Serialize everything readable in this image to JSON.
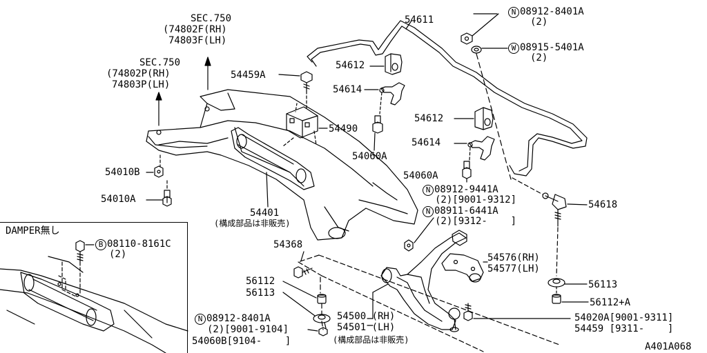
{
  "labels": {
    "sec_top": "SEC.750",
    "sec_top_rh": "(74802F(RH)",
    "sec_top_lh": "74803F(LH)",
    "sec_mid": "SEC.750",
    "sec_mid_rh": "(74802P(RH)",
    "sec_mid_lh": "74803P(LH)",
    "p54611": "54611",
    "n_08912_8401A_top": "08912-8401A",
    "n_08912_8401A_top_qty": "(2)",
    "w_08915_5401A": "08915-5401A",
    "w_08915_5401A_qty": "(2)",
    "p54459A": "54459A",
    "p54612_a": "54612",
    "p54614_a": "54614",
    "p54490": "54490",
    "p54060A_a": "54060A",
    "p54612_b": "54612",
    "p54614_b": "54614",
    "p54060A_b": "54060A",
    "n_08912_9441A": "08912-9441A",
    "n_08912_9441A_qty": "(2)[9001-9312]",
    "n_08911_6441A": "08911-6441A",
    "n_08911_6441A_qty": "(2)[9312-    ]",
    "p54618": "54618",
    "p54010B": "54010B",
    "p54010A": "54010A",
    "p54401": "54401",
    "p54401_note": "(構成部品は非販売)",
    "damper": "DAMPER無し",
    "b_08110_8161C": "08110-8161C",
    "b_08110_8161C_qty": "(2)",
    "p54368": "54368",
    "p56112": "56112",
    "p56113_left": "56113",
    "p54576": "54576(RH)",
    "p54577": "54577(LH)",
    "p56113_right": "56113",
    "p56112A": "56112+A",
    "p54500": "54500 (RH)",
    "p54501": "54501 (LH)",
    "p54500_note": "(構成部品は非販売)",
    "n_08912_8401A_bot": "08912-8401A",
    "n_08912_8401A_bot_qty": "(2)[9001-9104]",
    "p54060B": "54060B[9104-    ]",
    "p54020A": "54020A[9001-9311]",
    "p54459": "54459 [9311-    ]",
    "diagram_id": "A401A068"
  },
  "symbols": {
    "n": "N",
    "w": "W",
    "b": "B"
  }
}
